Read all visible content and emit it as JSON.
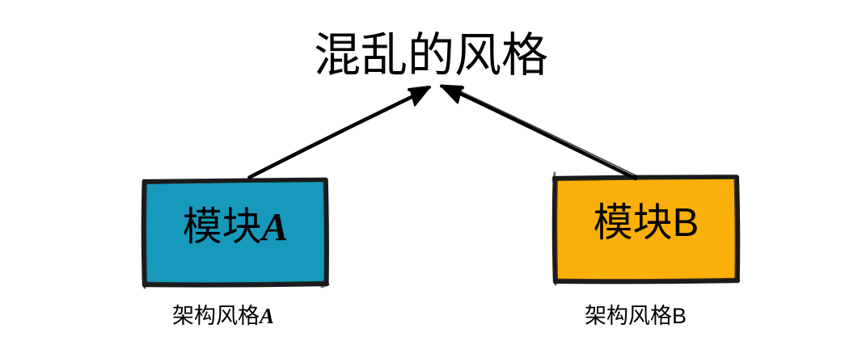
{
  "diagram": {
    "type": "hand-drawn-architecture-diagram",
    "background_color": "#ffffff",
    "title": "混乱的风格",
    "nodes": [
      {
        "id": "module-a",
        "label_cjk": "模块",
        "label_latin": "A",
        "fill_color": "#1799bc",
        "stroke_color": "#1b1b1b",
        "caption_cjk": "架构风格",
        "caption_latin": "A"
      },
      {
        "id": "module-b",
        "label_cjk": "模块",
        "label_latin": "B",
        "fill_color": "#faaf09",
        "stroke_color": "#1b1b1b",
        "caption_cjk": "架构风格",
        "caption_latin": "B"
      }
    ],
    "edges": [
      {
        "id": "edge-a-to-title",
        "from": "module-a",
        "to": "title",
        "arrowhead": "filled-triangle",
        "stroke_color": "#000000"
      },
      {
        "id": "edge-b-to-title",
        "from": "module-b",
        "to": "title",
        "arrowhead": "filled-triangle",
        "stroke_color": "#000000"
      }
    ],
    "text_color": "#000000"
  }
}
